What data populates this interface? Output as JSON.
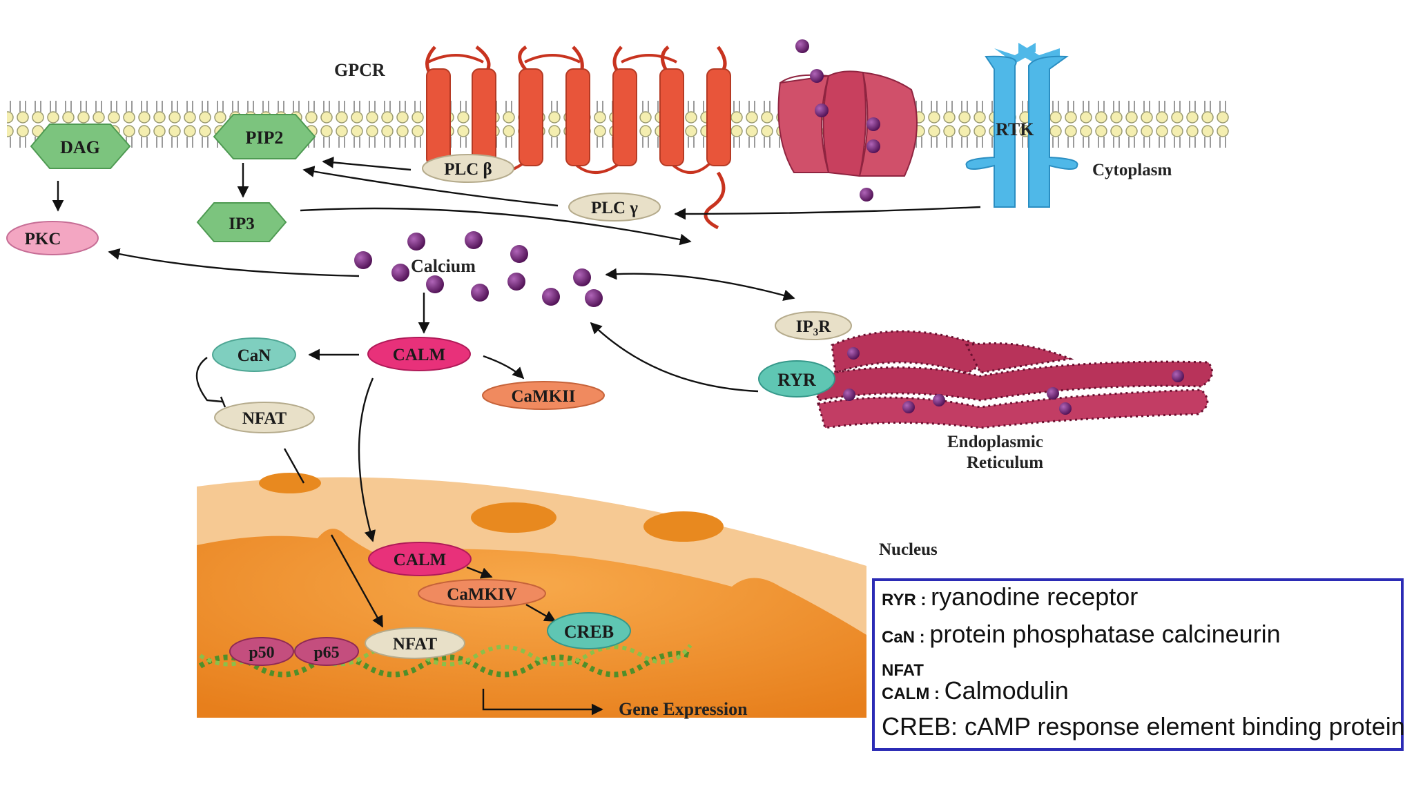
{
  "labels": {
    "gpcr": "GPCR",
    "rtk": "RTK",
    "cytoplasm": "Cytoplasm",
    "calcium": "Calcium",
    "er_line1": "Endoplasmic",
    "er_line2": "Reticulum",
    "nucleus": "Nucleus",
    "gene_expression": "Gene Expression"
  },
  "nodes": {
    "dag": "DAG",
    "pip2": "PIP2",
    "ip3": "IP3",
    "pkc": "PKC",
    "plcb": "PLC β",
    "plcg": "PLC γ",
    "can": "CaN",
    "calm": "CALM",
    "camkii": "CaMKII",
    "nfat": "NFAT",
    "ip3r": "IP₃R",
    "ryr": "RYR",
    "calm_nuc": "CALM",
    "camkiv": "CaMKIV",
    "creb": "CREB",
    "p50": "p50",
    "p65": "p65",
    "nfat_nuc": "NFAT"
  },
  "legend": [
    {
      "abbr": "RYR",
      "sep": " : ",
      "def": "ryanodine receptor"
    },
    {
      "abbr": "CaN",
      "sep": " : ",
      "def": "protein phosphatase calcineurin"
    },
    {
      "abbr": "NFAT",
      "sep": "",
      "def": ""
    },
    {
      "abbr": "CALM",
      "sep": " : ",
      "def": "Calmodulin"
    },
    {
      "abbr": "",
      "sep": "",
      "def": "CREB: cAMP response element binding protein"
    }
  ],
  "colors": {
    "hexagon": "#7cc47e",
    "pkc": "#f3a6c2",
    "calm": "#e8317a",
    "can": "#7fcfbf",
    "camk": "#f08a5f",
    "creb": "#5fc6b3",
    "p50p65": "#c44e7e",
    "beige": "#e8e0c8",
    "calcium": "#6b1c6e",
    "gpcr": "#e8553a",
    "rtk": "#4fb8e8",
    "er": "#b8335a",
    "nucleus": "#f0902c",
    "legend_border": "#2b2bb5"
  }
}
